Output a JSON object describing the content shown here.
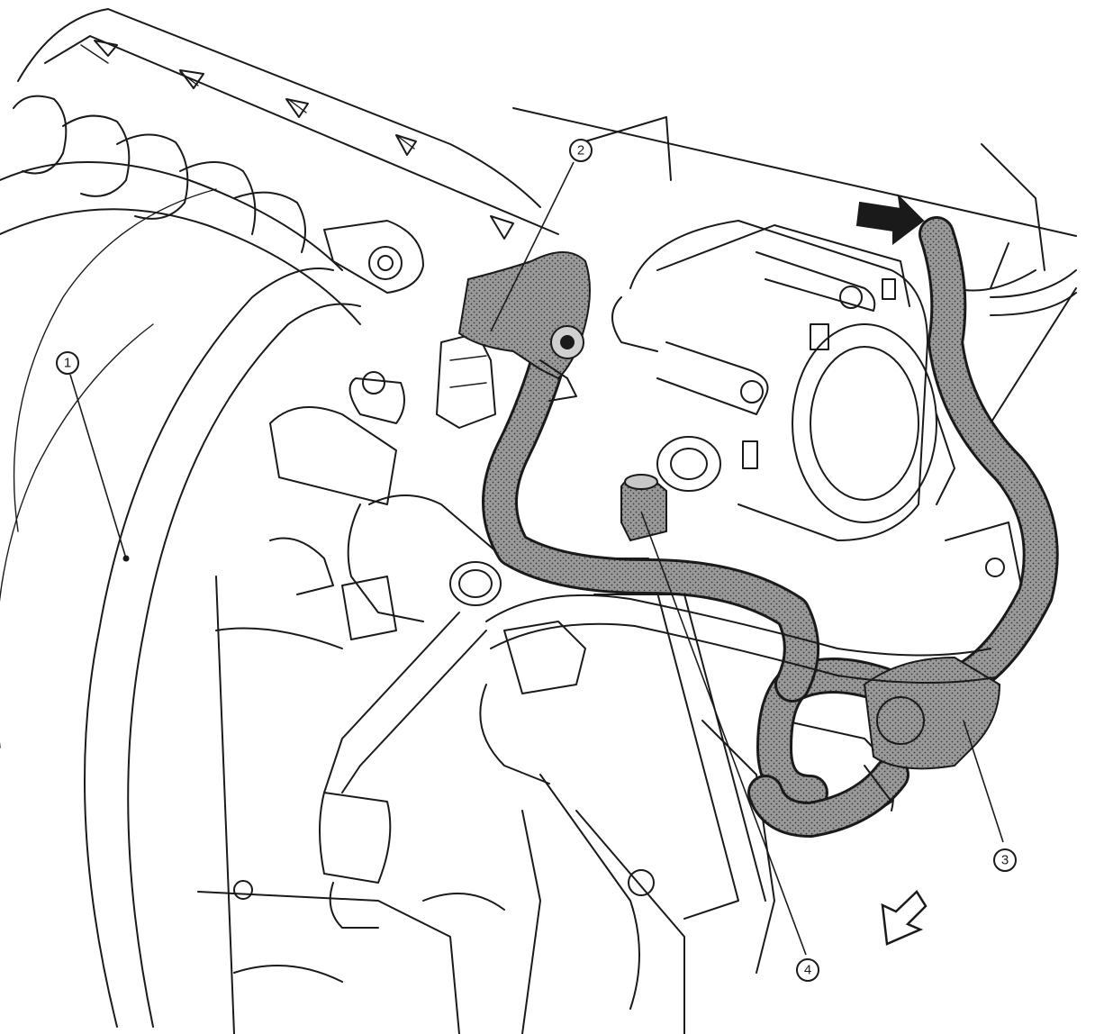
{
  "diagram": {
    "callouts": [
      {
        "label": "1",
        "target": "engine-cover"
      },
      {
        "label": "2",
        "target": "hose-connector"
      },
      {
        "label": "3",
        "target": "vacuum-hose-assembly"
      },
      {
        "label": "4",
        "target": "hose-fitting"
      }
    ],
    "arrows": [
      {
        "icon": "front-arrow-icon"
      },
      {
        "icon": "direction-arrow-icon"
      }
    ],
    "colors": {
      "line": "#1a1a1a",
      "hose_fill": "#8c8c8c",
      "background": "#ffffff"
    }
  }
}
